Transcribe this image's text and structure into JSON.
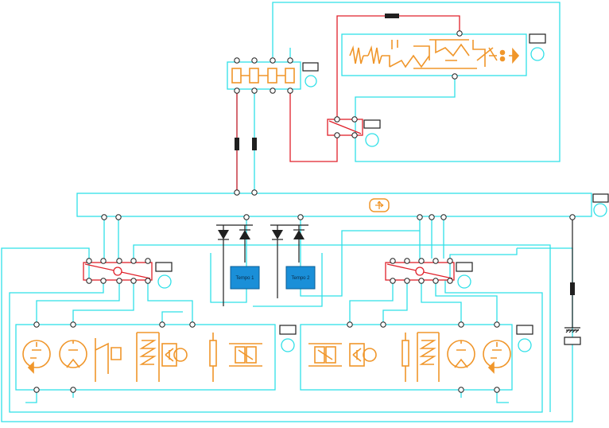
{
  "diagram": {
    "blocks": [
      {
        "id": "tempo-1",
        "label": "Tempo 1"
      },
      {
        "id": "tempo-2",
        "label": "Tempo 2"
      }
    ],
    "colors": {
      "hydraulic_line": "#2fe0e8",
      "pressure_line": "#e0202a",
      "component": "#f0962a",
      "signal_line": "#202020",
      "logic_block": "#1a8fd8"
    }
  }
}
